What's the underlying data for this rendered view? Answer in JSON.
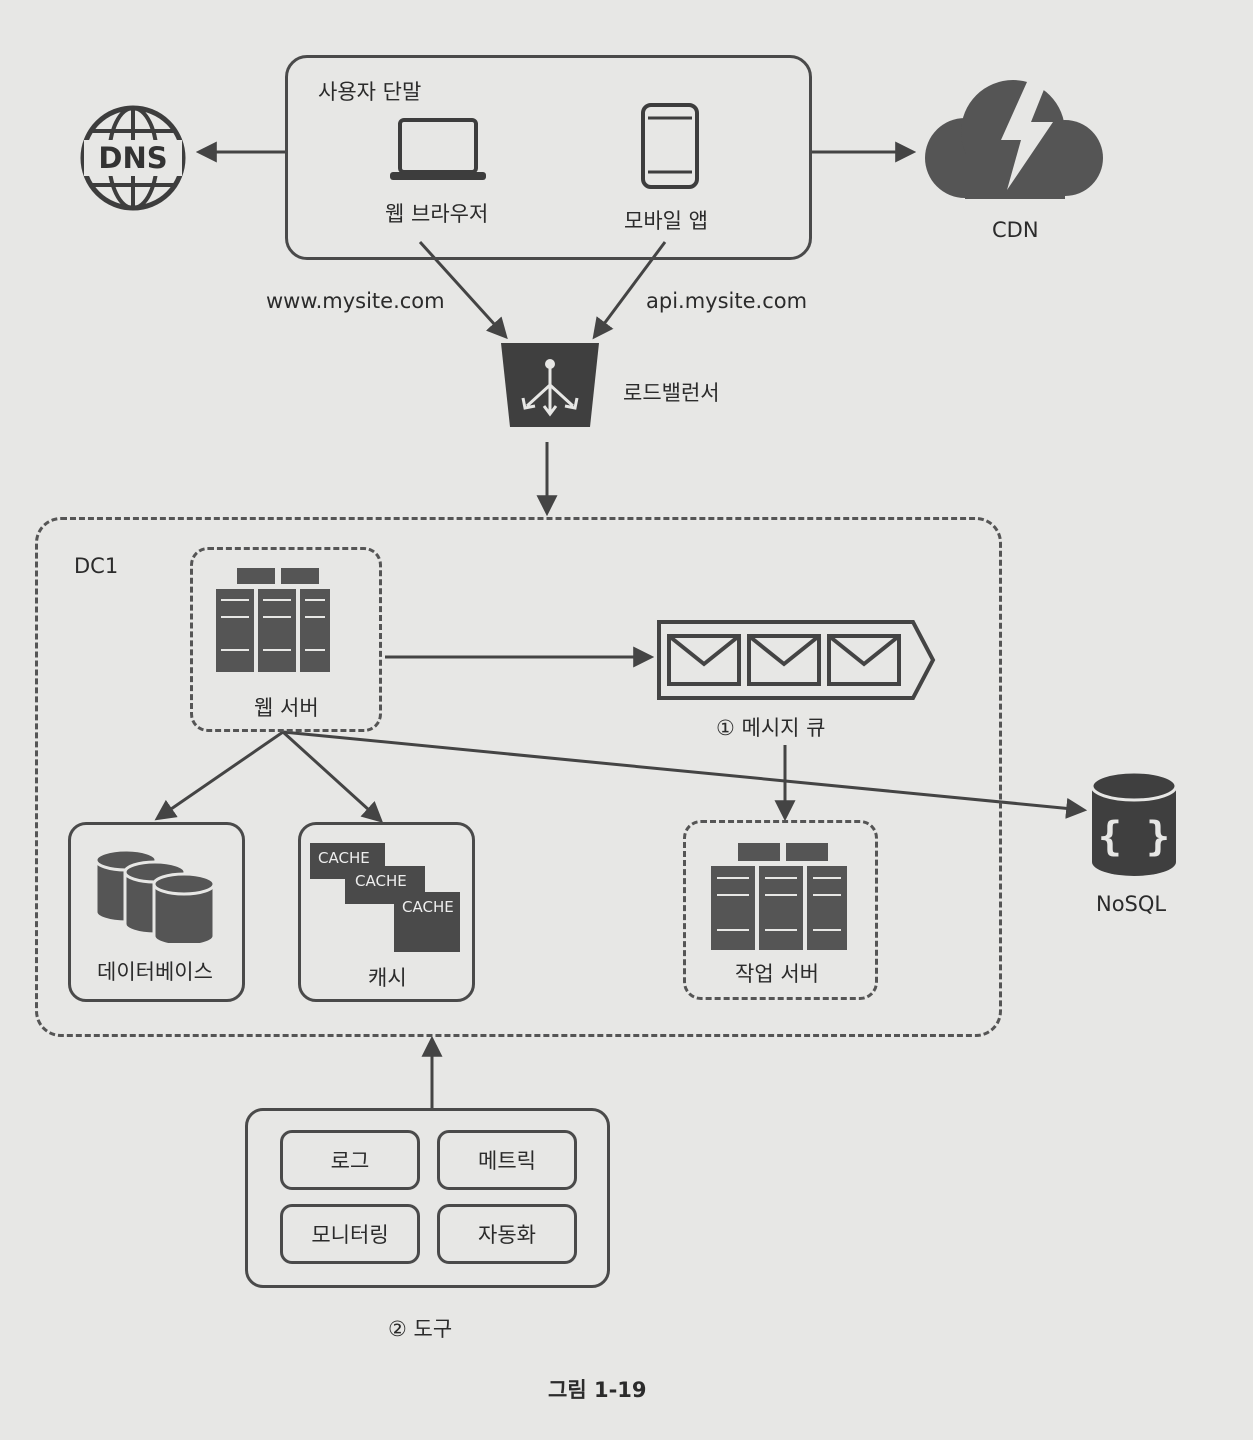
{
  "client": {
    "title": "사용자 단말",
    "web_browser": "웹 브라우저",
    "mobile_app": "모바일 앱"
  },
  "dns": {
    "label": "DNS"
  },
  "cdn": {
    "label": "CDN"
  },
  "domains": {
    "www": "www.mysite.com",
    "api": "api.mysite.com"
  },
  "load_balancer": {
    "label": "로드밸런서"
  },
  "dc": {
    "label": "DC1",
    "web_server": "웹 서버",
    "message_queue": "① 메시지 큐",
    "worker": "작업 서버",
    "database": "데이터베이스",
    "cache": {
      "label": "캐시",
      "tags": [
        "CACHE",
        "CACHE",
        "CACHE"
      ]
    }
  },
  "nosql": {
    "label": "NoSQL"
  },
  "tools": {
    "label": "② 도구",
    "items": [
      "로그",
      "메트릭",
      "모니터링",
      "자동화"
    ]
  },
  "caption": "그림 1-19"
}
